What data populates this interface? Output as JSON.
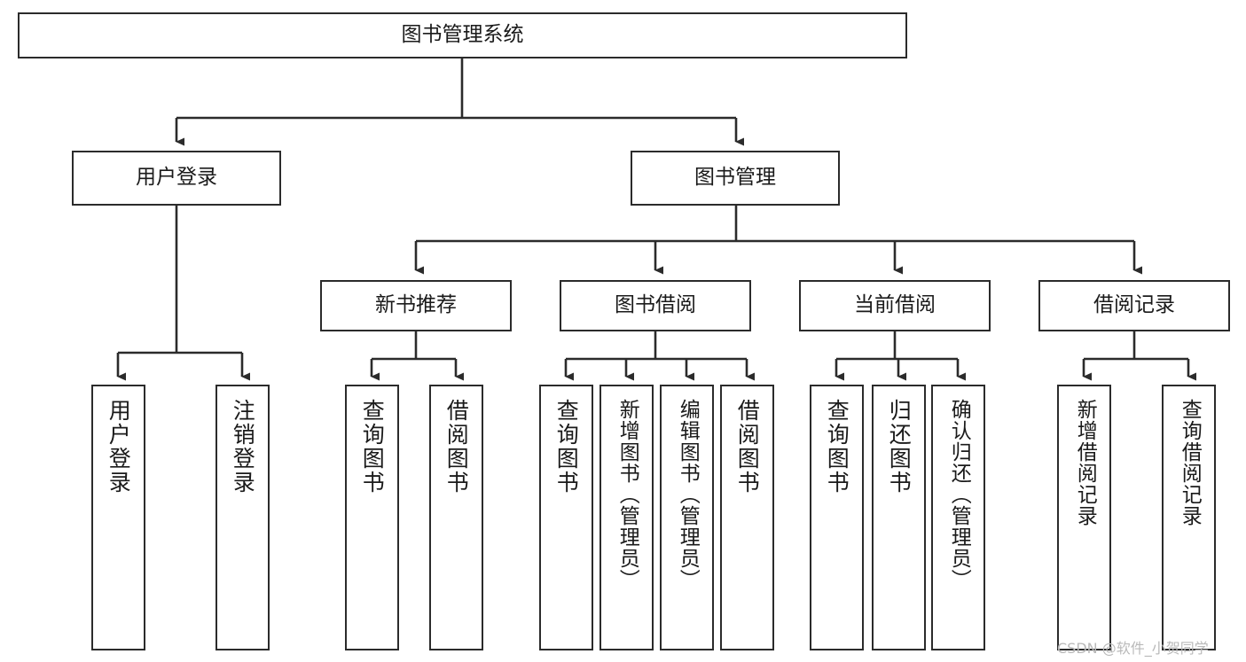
{
  "diagram": {
    "title": "图书管理系统",
    "type": "hierarchy-tree",
    "watermark": "CSDN @软件_小贺同学",
    "colors": {
      "box_border": "#2b2b2b",
      "box_fill": "#ffffff",
      "connector": "#2b2b2b",
      "text": "#1a1a1a",
      "watermark": "#b9b9b9"
    },
    "root": {
      "label": "图书管理系统"
    },
    "level2": [
      {
        "label": "用户登录"
      },
      {
        "label": "图书管理"
      }
    ],
    "level3": [
      {
        "label": "新书推荐"
      },
      {
        "label": "图书借阅"
      },
      {
        "label": "当前借阅"
      },
      {
        "label": "借阅记录"
      }
    ],
    "leaves": {
      "user_login": [
        {
          "label": "用户登录"
        },
        {
          "label": "注销登录"
        }
      ],
      "new_book_recommend": [
        {
          "label": "查询图书"
        },
        {
          "label": "借阅图书"
        }
      ],
      "book_borrow": [
        {
          "label": "查询图书"
        },
        {
          "label": "新增图书（管理员）"
        },
        {
          "label": "编辑图书（管理员）"
        },
        {
          "label": "借阅图书"
        }
      ],
      "current_borrow": [
        {
          "label": "查询图书"
        },
        {
          "label": "归还图书"
        },
        {
          "label": "确认归还（管理员）"
        }
      ],
      "borrow_record": [
        {
          "label": "新增借阅记录"
        },
        {
          "label": "查询借阅记录"
        }
      ]
    }
  }
}
